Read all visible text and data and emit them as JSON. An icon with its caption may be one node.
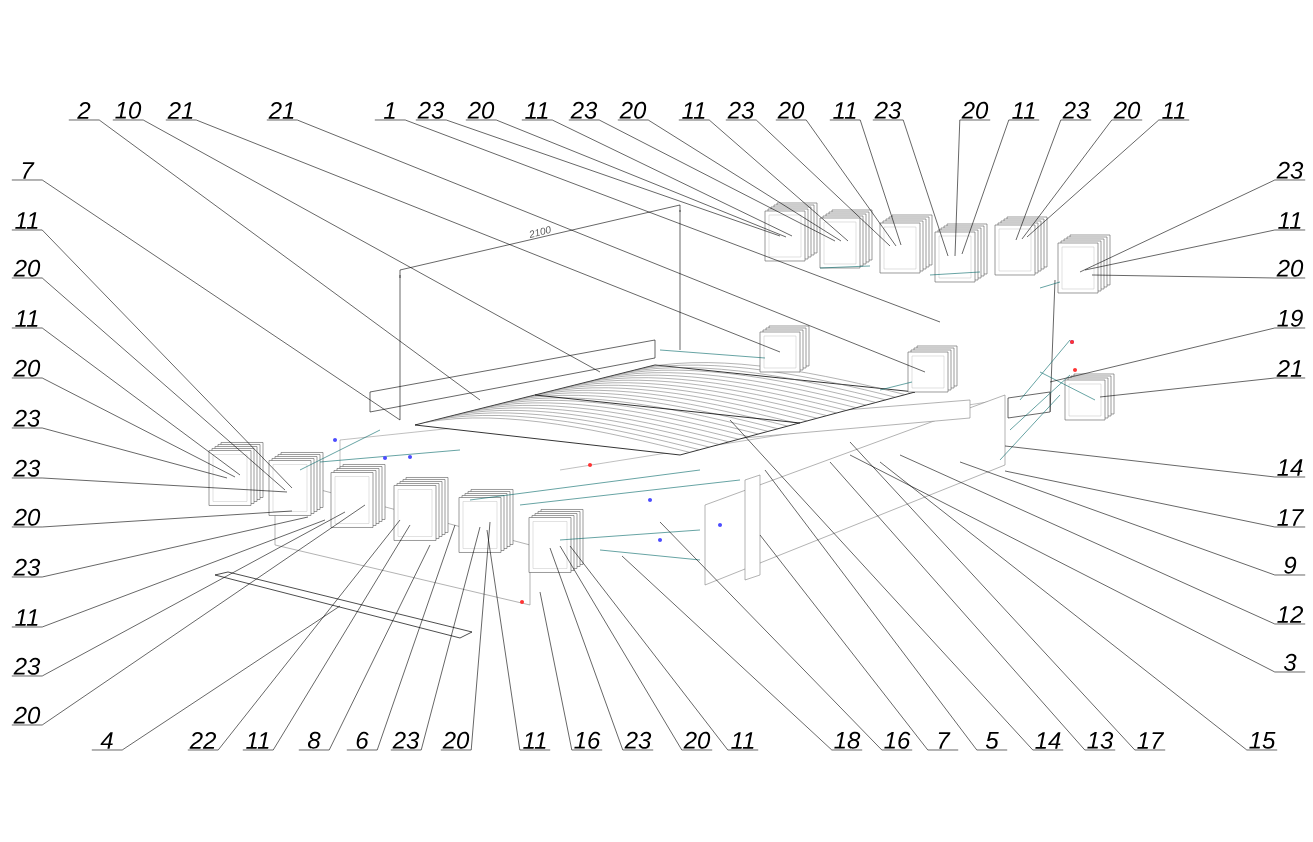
{
  "diagram": {
    "nodes": [
      {
        "text": [
          "2"
        ]
      },
      {
        "text": [
          "10"
        ]
      },
      {
        "text": [
          "21"
        ]
      },
      {
        "text": [
          "21"
        ]
      },
      {
        "text": [
          "1"
        ]
      },
      {
        "text": [
          "23"
        ]
      },
      {
        "text": [
          "20"
        ]
      },
      {
        "text": [
          "11"
        ]
      },
      {
        "text": [
          "23"
        ]
      },
      {
        "text": [
          "20"
        ]
      },
      {
        "text": [
          "11"
        ]
      },
      {
        "text": [
          "23"
        ]
      },
      {
        "text": [
          "20"
        ]
      },
      {
        "text": [
          "11"
        ]
      },
      {
        "text": [
          "23"
        ]
      },
      {
        "text": [
          "20"
        ]
      },
      {
        "text": [
          "11"
        ]
      },
      {
        "text": [
          "23"
        ]
      },
      {
        "text": [
          "20"
        ]
      },
      {
        "text": [
          "11"
        ]
      },
      {
        "text": [
          "7"
        ]
      },
      {
        "text": [
          "11"
        ]
      },
      {
        "text": [
          "20"
        ]
      },
      {
        "text": [
          "11"
        ]
      },
      {
        "text": [
          "20"
        ]
      },
      {
        "text": [
          "23"
        ]
      },
      {
        "text": [
          "23"
        ]
      },
      {
        "text": [
          "20"
        ]
      },
      {
        "text": [
          "23"
        ]
      },
      {
        "text": [
          "11"
        ]
      },
      {
        "text": [
          "23"
        ]
      },
      {
        "text": [
          "20"
        ]
      },
      {
        "text": [
          "23"
        ]
      },
      {
        "text": [
          "11"
        ]
      },
      {
        "text": [
          "20"
        ]
      },
      {
        "text": [
          "19"
        ]
      },
      {
        "text": [
          "21"
        ]
      },
      {
        "text": [
          "14"
        ]
      },
      {
        "text": [
          "17"
        ]
      },
      {
        "text": [
          "9"
        ]
      },
      {
        "text": [
          "12"
        ]
      },
      {
        "text": [
          "3"
        ]
      },
      {
        "text": [
          "4"
        ]
      },
      {
        "text": [
          "22"
        ]
      },
      {
        "text": [
          "11"
        ]
      },
      {
        "text": [
          "8"
        ]
      },
      {
        "text": [
          "6"
        ]
      },
      {
        "text": [
          "23"
        ]
      },
      {
        "text": [
          "20"
        ]
      },
      {
        "text": [
          "11"
        ]
      },
      {
        "text": [
          "16"
        ]
      },
      {
        "text": [
          "23"
        ]
      },
      {
        "text": [
          "20"
        ]
      },
      {
        "text": [
          "11"
        ]
      },
      {
        "text": [
          "18"
        ]
      },
      {
        "text": [
          "16"
        ]
      },
      {
        "text": [
          "7"
        ]
      },
      {
        "text": [
          "5"
        ]
      },
      {
        "text": [
          "14"
        ]
      },
      {
        "text": [
          "13"
        ]
      },
      {
        "text": [
          "17"
        ]
      },
      {
        "text": [
          "15"
        ]
      }
    ],
    "edges": [
      {
        "from": 0,
        "to": null,
        "arrow": "none"
      },
      {
        "from": 1,
        "to": null,
        "arrow": "none"
      },
      {
        "from": 2,
        "to": null,
        "arrow": "none"
      },
      {
        "from": 3,
        "to": null,
        "arrow": "none"
      },
      {
        "from": 4,
        "to": null,
        "arrow": "none"
      },
      {
        "from": 5,
        "to": null,
        "arrow": "none"
      },
      {
        "from": 6,
        "to": null,
        "arrow": "none"
      },
      {
        "from": 7,
        "to": null,
        "arrow": "none"
      },
      {
        "from": 8,
        "to": null,
        "arrow": "none"
      },
      {
        "from": 9,
        "to": null,
        "arrow": "none"
      },
      {
        "from": 10,
        "to": null,
        "arrow": "none"
      },
      {
        "from": 11,
        "to": null,
        "arrow": "none"
      },
      {
        "from": 12,
        "to": null,
        "arrow": "none"
      },
      {
        "from": 13,
        "to": null,
        "arrow": "none"
      },
      {
        "from": 14,
        "to": null,
        "arrow": "none"
      },
      {
        "from": 15,
        "to": null,
        "arrow": "none"
      },
      {
        "from": 16,
        "to": null,
        "arrow": "none"
      },
      {
        "from": 17,
        "to": null,
        "arrow": "none"
      },
      {
        "from": 18,
        "to": null,
        "arrow": "none"
      },
      {
        "from": 19,
        "to": null,
        "arrow": "none"
      },
      {
        "from": 20,
        "to": null,
        "arrow": "none"
      },
      {
        "from": 21,
        "to": null,
        "arrow": "none"
      },
      {
        "from": 22,
        "to": null,
        "arrow": "none"
      },
      {
        "from": 23,
        "to": null,
        "arrow": "none"
      },
      {
        "from": 24,
        "to": null,
        "arrow": "none"
      },
      {
        "from": 25,
        "to": null,
        "arrow": "none"
      },
      {
        "from": 26,
        "to": null,
        "arrow": "none"
      },
      {
        "from": 27,
        "to": null,
        "arrow": "none"
      },
      {
        "from": 28,
        "to": null,
        "arrow": "none"
      },
      {
        "from": 29,
        "to": null,
        "arrow": "none"
      },
      {
        "from": 30,
        "to": null,
        "arrow": "none"
      },
      {
        "from": 31,
        "to": null,
        "arrow": "none"
      },
      {
        "from": 32,
        "to": null,
        "arrow": "none"
      },
      {
        "from": 33,
        "to": null,
        "arrow": "none"
      },
      {
        "from": 34,
        "to": null,
        "arrow": "none"
      },
      {
        "from": 35,
        "to": null,
        "arrow": "none"
      },
      {
        "from": 36,
        "to": null,
        "arrow": "none"
      },
      {
        "from": 37,
        "to": null,
        "arrow": "none"
      },
      {
        "from": 38,
        "to": null,
        "arrow": "none"
      },
      {
        "from": 39,
        "to": null,
        "arrow": "none"
      },
      {
        "from": 40,
        "to": null,
        "arrow": "none"
      },
      {
        "from": 41,
        "to": null,
        "arrow": "none"
      },
      {
        "from": 42,
        "to": null,
        "arrow": "none"
      },
      {
        "from": 43,
        "to": null,
        "arrow": "none"
      },
      {
        "from": 44,
        "to": null,
        "arrow": "none"
      },
      {
        "from": 45,
        "to": null,
        "arrow": "none"
      },
      {
        "from": 46,
        "to": null,
        "arrow": "none"
      },
      {
        "from": 47,
        "to": null,
        "arrow": "none"
      },
      {
        "from": 48,
        "to": null,
        "arrow": "none"
      },
      {
        "from": 49,
        "to": null,
        "arrow": "none"
      },
      {
        "from": 50,
        "to": null,
        "arrow": "none"
      },
      {
        "from": 51,
        "to": null,
        "arrow": "none"
      },
      {
        "from": 52,
        "to": null,
        "arrow": "none"
      },
      {
        "from": 53,
        "to": null,
        "arrow": "none"
      },
      {
        "from": 54,
        "to": null,
        "arrow": "none"
      },
      {
        "from": 55,
        "to": null,
        "arrow": "none"
      },
      {
        "from": 56,
        "to": null,
        "arrow": "none"
      },
      {
        "from": 57,
        "to": null,
        "arrow": "none"
      },
      {
        "from": 58,
        "to": null,
        "arrow": "none"
      },
      {
        "from": 59,
        "to": null,
        "arrow": "none"
      },
      {
        "from": 60,
        "to": null,
        "arrow": "none"
      },
      {
        "from": 61,
        "to": null,
        "arrow": "none"
      }
    ],
    "labels": [
      "2100"
    ]
  }
}
